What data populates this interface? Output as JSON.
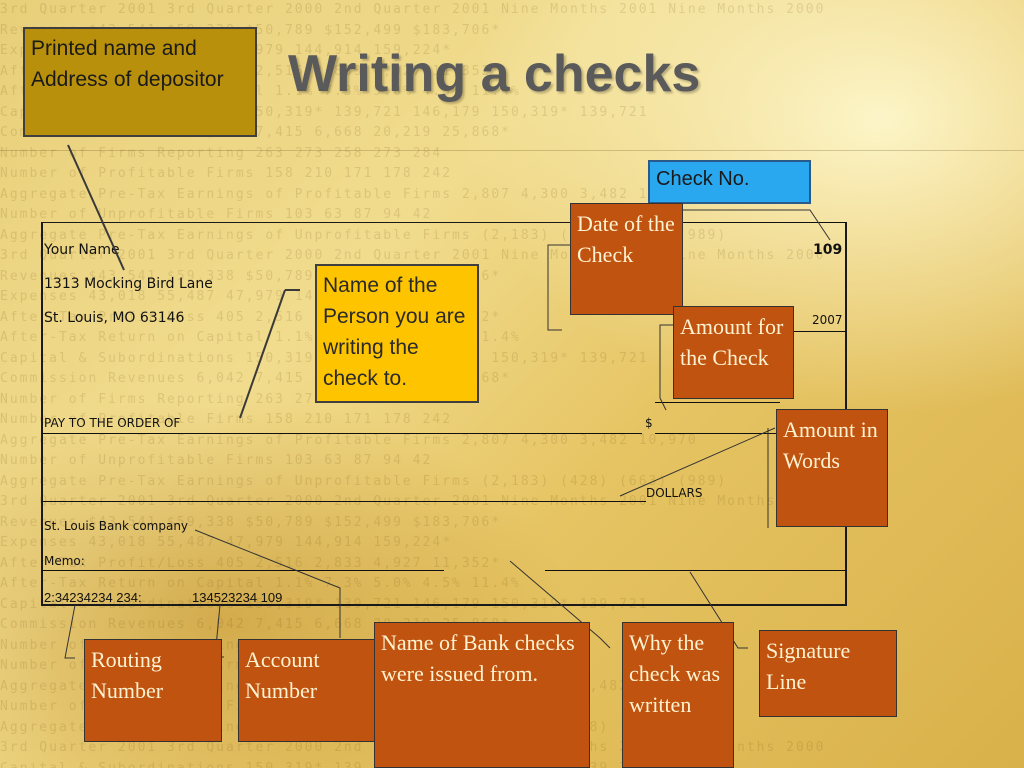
{
  "title": "Writing a checks",
  "check": {
    "name": "Your Name",
    "address1": "1313 Mocking Bird Lane",
    "address2": "St. Louis, MO 63146",
    "check_number": "109",
    "year": "2007",
    "pay_to": "PAY TO THE ORDER OF",
    "dollar_sign": "$",
    "dollars": "DOLLARS",
    "bank": "St. Louis Bank company",
    "memo": "Memo:",
    "routing": "2:34234234 234:",
    "account": "134523234 109"
  },
  "callouts": {
    "depositor": "Printed name and Address of depositor",
    "check_no": "Check No.",
    "date": "Date of the Check",
    "payee": "Name of the Person you are writing the check to.",
    "amount": "Amount for the Check",
    "amount_words": "Amount in Words",
    "routing": "Routing Number",
    "account": "Account Number",
    "bank": "Name of Bank checks were issued from.",
    "memo": "Why the check was written",
    "signature": "Signature Line"
  },
  "colors": {
    "callout_orange": "#c0530f",
    "callout_olive": "#b8900c",
    "callout_yellow": "#ffc400",
    "callout_blue": "#29a8f0"
  }
}
